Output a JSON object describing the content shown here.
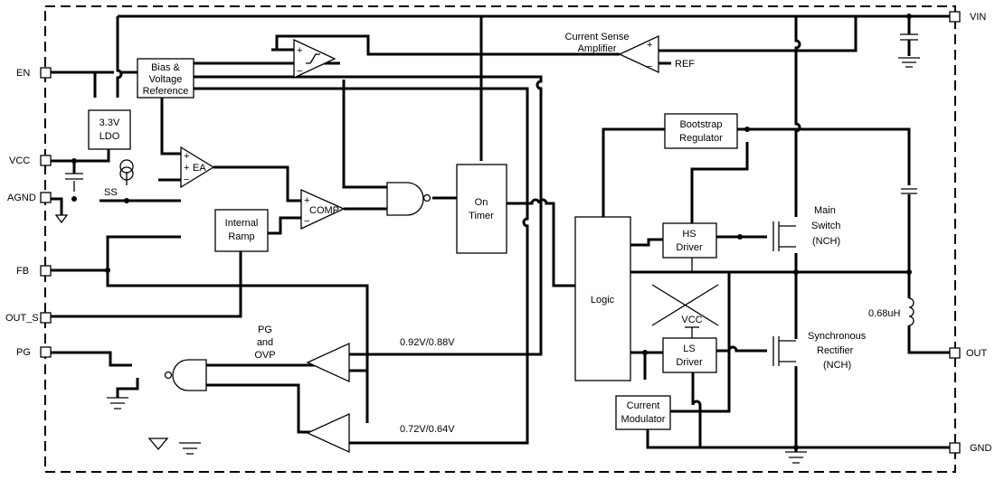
{
  "pins": {
    "vin": "VIN",
    "en": "EN",
    "vcc": "VCC",
    "agnd": "AGND",
    "fb": "FB",
    "out_s": "OUT_S",
    "pg": "PG",
    "out": "OUT",
    "gnd": "GND"
  },
  "blocks": {
    "bias_line1": "Bias &",
    "bias_line2": "Voltage",
    "bias_line3": "Reference",
    "ldo_line1": "3.3V",
    "ldo_line2": "LDO",
    "ss": "SS",
    "ea": "EA",
    "ramp_line1": "Internal",
    "ramp_line2": "Ramp",
    "comp": "COMP",
    "timer_line1": "On",
    "timer_line2": "Timer",
    "logic": "Logic",
    "bootstrap_line1": "Bootstrap",
    "bootstrap_line2": "Regulator",
    "hs_line1": "HS",
    "hs_line2": "Driver",
    "ls_line1": "LS",
    "ls_line2": "Driver",
    "vcc_inner": "VCC",
    "modulator_line1": "Current",
    "modulator_line2": "Modulator",
    "csa_line1": "Current Sense",
    "csa_line2": "Amplifier",
    "ref": "REF",
    "pg_ovp_line1": "PG",
    "pg_ovp_line2": "and",
    "pg_ovp_line3": "OVP",
    "threshold_high": "0.92V/0.88V",
    "threshold_low": "0.72V/0.64V",
    "main_switch_line1": "Main",
    "main_switch_line2": "Switch",
    "main_switch_line3": "(NCH)",
    "sync_line1": "Synchronous",
    "sync_line2": "Rectifier",
    "sync_line3": "(NCH)",
    "inductor": "0.68uH",
    "plus": "+",
    "minus": "−"
  }
}
